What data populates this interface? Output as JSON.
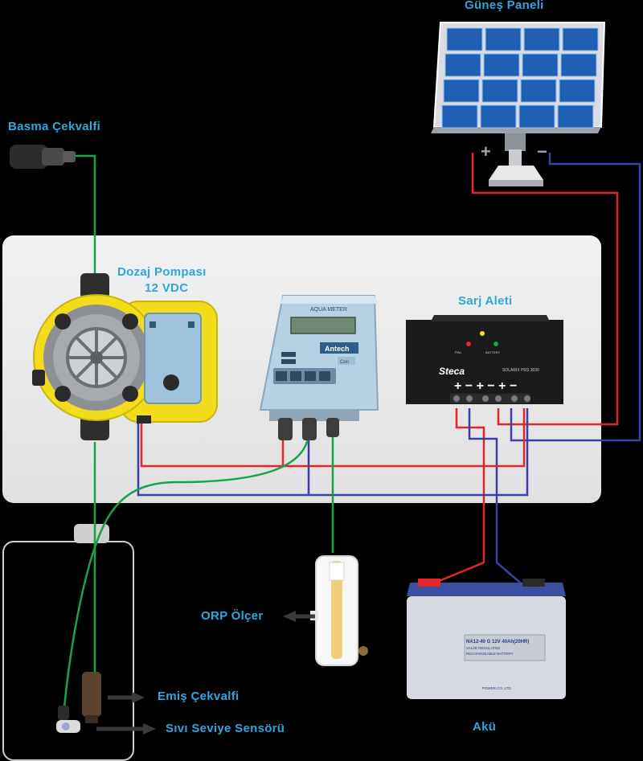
{
  "labels": {
    "solar_panel": "Güneş Paneli",
    "check_valve_discharge": "Basma Çekvalfi",
    "dosing_pump_line1": "Dozaj Pompası",
    "dosing_pump_line2": "12 VDC",
    "charge_controller": "Sarj Aleti",
    "orp_meter": "ORP Ölçer",
    "suction_check_valve": "Emiş Çekvalfi",
    "level_sensor": "Sıvı Seviye Sensörü",
    "battery": "Akü"
  },
  "device_text": {
    "controller_brand": "Steca",
    "controller_model": "SOLARIX PRS 3030",
    "controller_led1": "PWL",
    "controller_led2": "BATTERY",
    "meter_top": "AQUA METER",
    "meter_brand": "Antech",
    "meter_tab": "Con",
    "battery_model": "NA12-40 G  12V 40Ah(20HR)",
    "battery_sub": "VALVE REGULATED",
    "battery_sub2": "RECHARGEABLE BATTERY",
    "battery_maker": "POWER CO.,LTD.",
    "solar_plus": "+",
    "solar_minus": "−"
  },
  "colors": {
    "label": "#2fa6df",
    "wire_positive": "#e4262b",
    "wire_negative": "#3b3fa8",
    "hose": "#16a34a",
    "pump_body": "#f2dc1c"
  }
}
